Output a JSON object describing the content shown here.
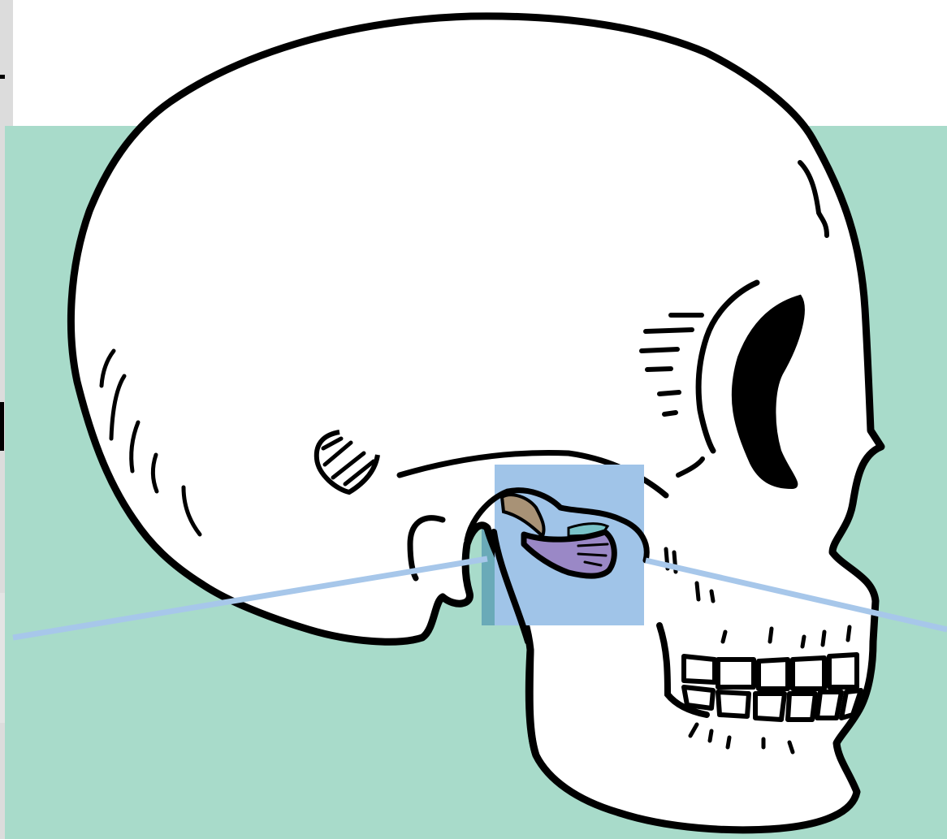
{
  "colors": {
    "page_background": "#ffffff",
    "panel_background": "#a8dbca",
    "left_strip": "#dcdcdc",
    "outline": "#000000",
    "skull_fill": "#ffffff",
    "callout_line": "#a7c7ea",
    "highlight_box": "#a0c4e8",
    "highlight_box_shadow": "#6aaab8",
    "articular_disc": "#9a88c6",
    "mandibular_condyle_cap": "#a89276",
    "joint_space": "#79c3c8"
  },
  "illustration": {
    "subject": "skull-lateral-view",
    "highlighted_region": "temporomandibular-joint",
    "callout_count": 2
  }
}
